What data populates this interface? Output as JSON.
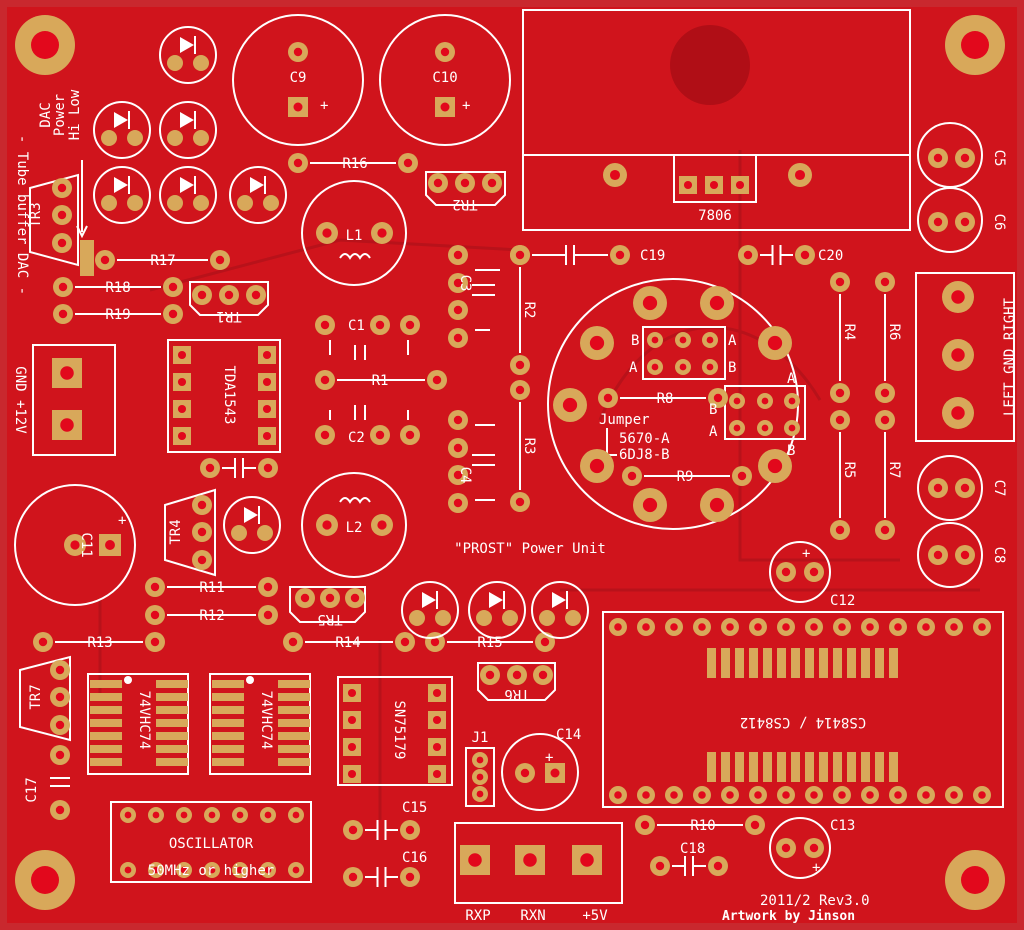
{
  "board": {
    "colors": {
      "board": "#d0141c",
      "copper": "#c9282e",
      "pad": "#d8a85a",
      "drill": "#e2081c",
      "silk": "#ffffff"
    },
    "title": "\"PROST\" Power Unit",
    "side_text": "- Tube buffer DAC -",
    "dac_power": [
      "DAC",
      "Power",
      "Hi Low"
    ],
    "power_in": "GND +12V",
    "output_label": "LEFT GND RIGHT",
    "revision": "2011/2 Rev3.0",
    "artwork": "Artwork by Jinson",
    "connectors": [
      "RXP",
      "RXN",
      "+5V"
    ],
    "oscillator": "OSCILLATOR",
    "oscillator_note": "50MHz or higher",
    "jumper": {
      "title": "Jumper",
      "opt1": "5670-A",
      "opt2": "6DJ8-B"
    },
    "ab": {
      "A": "A",
      "B": "B"
    },
    "plus": "+"
  },
  "labels": {
    "C1": "C1",
    "C2": "C2",
    "C3": "C3",
    "C4": "C4",
    "C5": "C5",
    "C6": "C6",
    "C7": "C7",
    "C8": "C8",
    "C9": "C9",
    "C10": "C10",
    "C11": "C11",
    "C12": "C12",
    "C13": "C13",
    "C14": "C14",
    "C15": "C15",
    "C16": "C16",
    "C17": "C17",
    "C18": "C18",
    "C19": "C19",
    "C20": "C20",
    "R1": "R1",
    "R2": "R2",
    "R3": "R3",
    "R4": "R4",
    "R5": "R5",
    "R6": "R6",
    "R7": "R7",
    "R8": "R8",
    "R9": "R9",
    "R10": "R10",
    "R11": "R11",
    "R12": "R12",
    "R13": "R13",
    "R14": "R14",
    "R15": "R15",
    "R16": "R16",
    "R17": "R17",
    "R18": "R18",
    "R19": "R19",
    "TR1": "TR1",
    "TR2": "TR2",
    "TR3": "TR3",
    "TR4": "TR4",
    "TR5": "TR5",
    "TR6": "TR6",
    "TR7": "TR7",
    "L1": "L1",
    "L2": "L2",
    "J1": "J1",
    "TDA1543": "TDA1543",
    "7806": "7806",
    "SN75179": "SN75179",
    "U74a": "74VHC74",
    "U74b": "74VHC74",
    "CS8414": "CS8414 / CS8412"
  }
}
